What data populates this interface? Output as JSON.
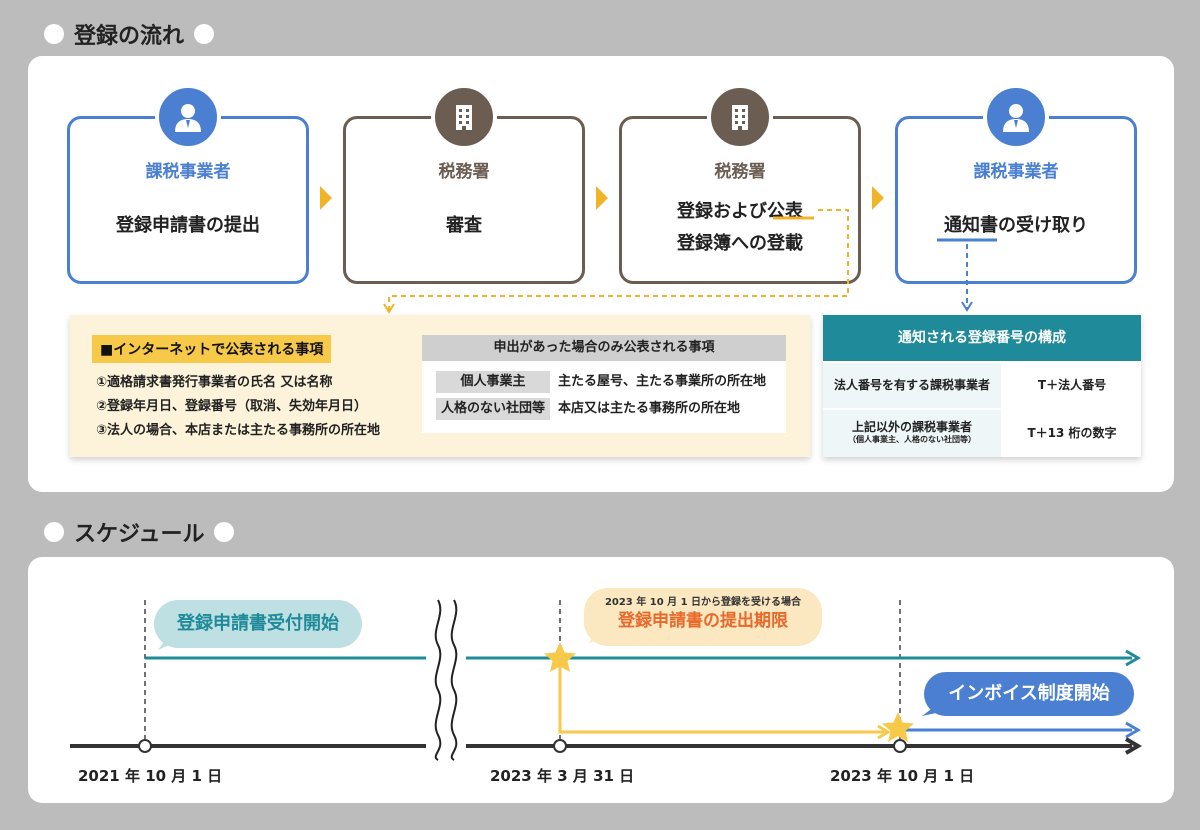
{
  "sections": {
    "flow_title": "登録の流れ",
    "schedule_title": "スケジュール"
  },
  "steps": [
    {
      "role": "課税事業者",
      "action": [
        "登録申請書の提出"
      ],
      "color": "#4a7fd1",
      "icon": "person-icon"
    },
    {
      "role": "税務署",
      "action": [
        "審査"
      ],
      "color": "#6b5d52",
      "icon": "building-icon"
    },
    {
      "role": "税務署",
      "action": [
        "登録および公表",
        "登録簿への登載"
      ],
      "color": "#6b5d52",
      "icon": "building-icon"
    },
    {
      "role": "課税事業者",
      "action": [
        "通知書の受け取り"
      ],
      "color": "#4a7fd1",
      "icon": "person-icon"
    }
  ],
  "published_info": {
    "heading": "■インターネットで公表される事項",
    "items": [
      "①適格請求書発行事業者の氏名 又は名称",
      "②登録年月日、登録番号（取消、失効年月日）",
      "③法人の場合、本店または主たる事務所の所在地"
    ],
    "requested": {
      "heading": "申出があった場合のみ公表される事項",
      "rows": [
        {
          "key": "個人事業主",
          "value": "主たる屋号、主たる事業所の所在地"
        },
        {
          "key": "人格のない社団等",
          "value": "本店又は主たる事務所の所在地"
        }
      ]
    }
  },
  "number_structure": {
    "heading": "通知される登録番号の構成",
    "rows": [
      {
        "label": "法人番号を有する課税事業者",
        "note": "",
        "value": "T＋法人番号"
      },
      {
        "label": "上記以外の課税事業者",
        "note": "（個人事業主、人格のない社団等）",
        "value": "T＋13 桁の数字"
      }
    ]
  },
  "schedule": {
    "events": {
      "start": "登録申請書受付開始",
      "deadline_note": "2023 年 10 月 1 日から登録を受ける場合",
      "deadline": "登録申請書の提出期限",
      "invoice": "インボイス制度開始"
    },
    "dates": [
      "2021 年 10 月 1 日",
      "2023 年 3 月 31 日",
      "2023 年 10 月 1 日"
    ],
    "colors": {
      "teal": "#1f8a9a",
      "yellow": "#f7c948",
      "blue": "#4a7fd1",
      "black": "#333333",
      "orange": "#e8692a"
    }
  }
}
